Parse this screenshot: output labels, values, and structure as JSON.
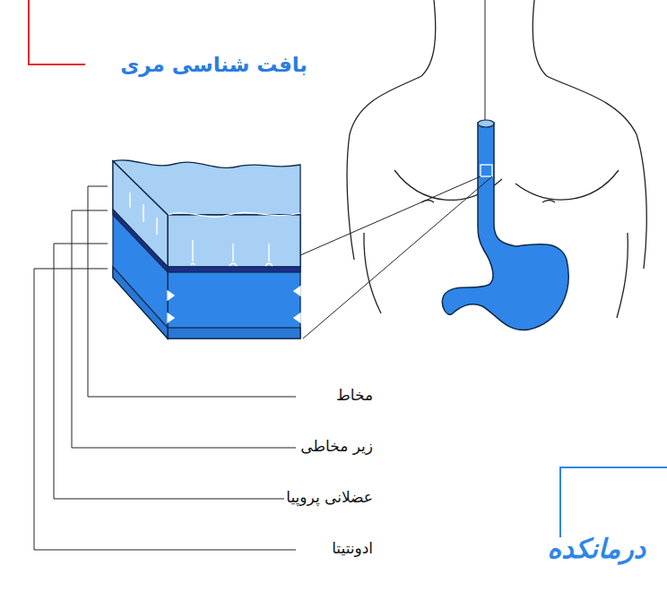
{
  "diagram": {
    "title": "بافت شناسی مری",
    "labels": [
      "مخاط",
      "زیر مخاطی",
      "عضلانی پروپیا",
      "ادونتیتا",
      "درمانکده"
    ]
  }
}
